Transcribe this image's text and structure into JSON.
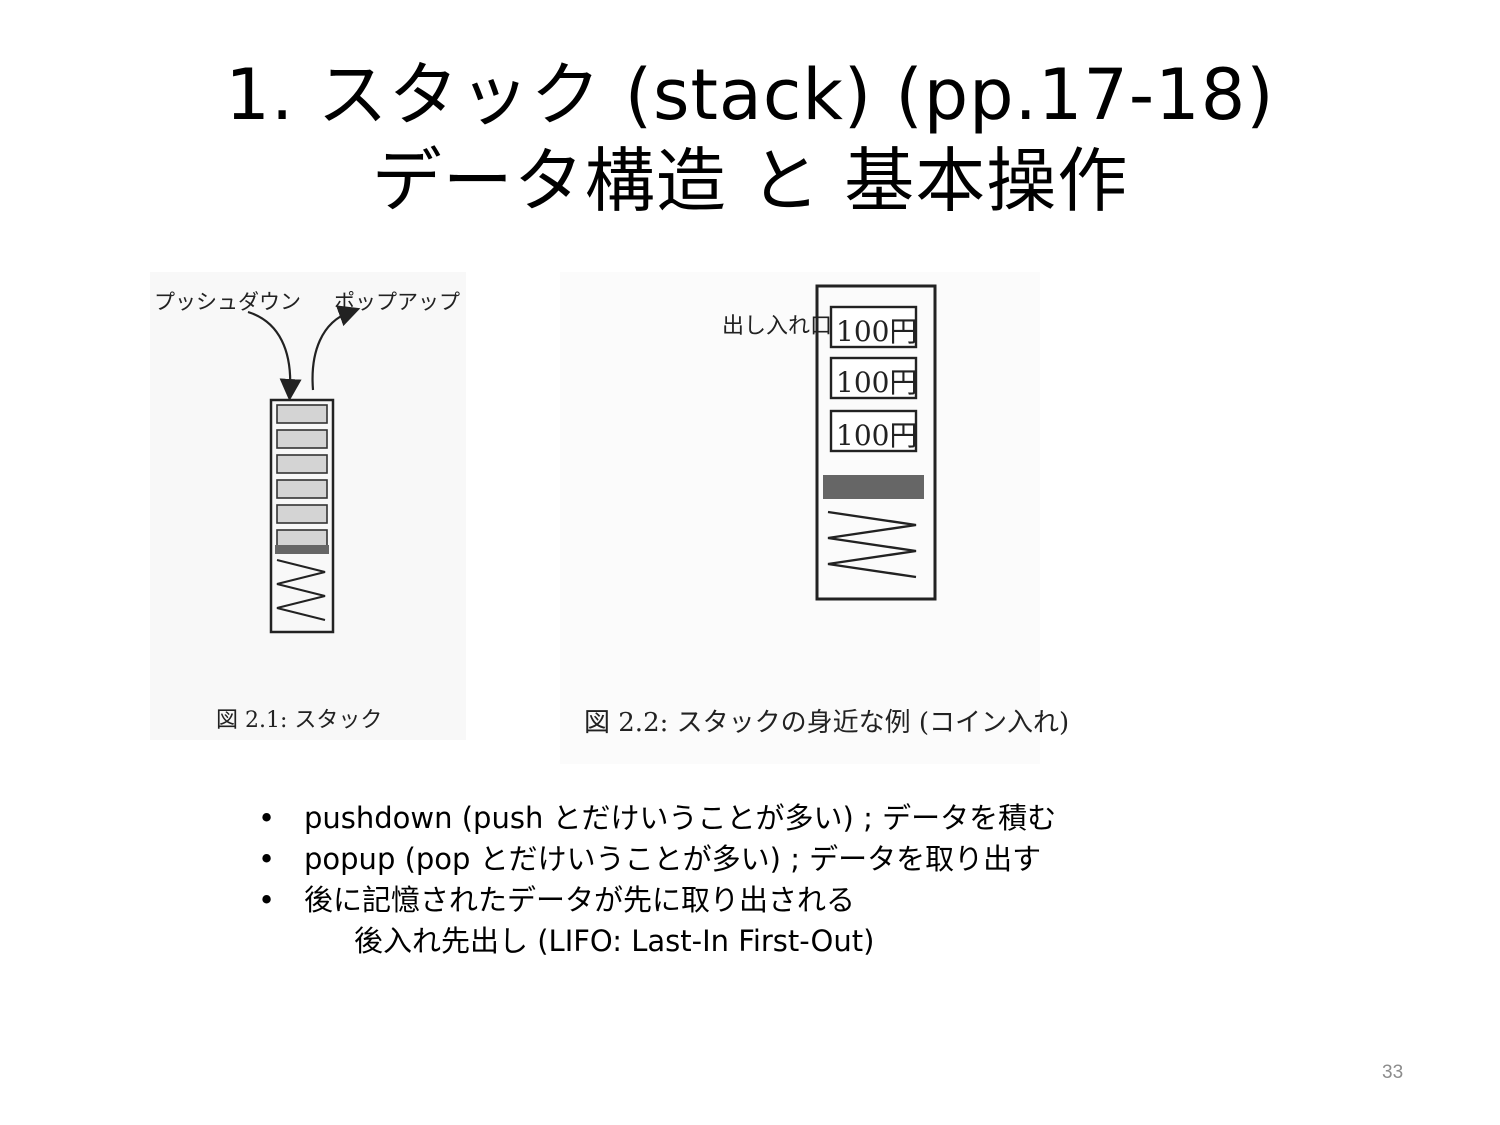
{
  "slide": {
    "title_line1": "1. スタック (stack) (pp.17-18)",
    "title_line2": "データ構造 と 基本操作",
    "page_number": "33"
  },
  "figure1": {
    "label_push": "プッシュダウン",
    "label_pop": "ポップアップ",
    "caption": "図 2.1: スタック"
  },
  "figure2": {
    "label_slot": "出し入れ口",
    "coins": [
      "100円",
      "100円",
      "100円"
    ],
    "caption": "図 2.2: スタックの身近な例 (コイン入れ)"
  },
  "bullets": [
    {
      "dot": "•",
      "text": "pushdown  (push   とだけいうことが多い) ;   データを積む"
    },
    {
      "dot": "•",
      "text": "popup (pop   とだけいうことが多い)   ;   データを取り出す"
    },
    {
      "dot": "•",
      "text": "後に記憶されたデータが先に取り出される"
    }
  ],
  "bullet_sub": "後入れ先出し  (LIFO: Last-In First-Out)"
}
